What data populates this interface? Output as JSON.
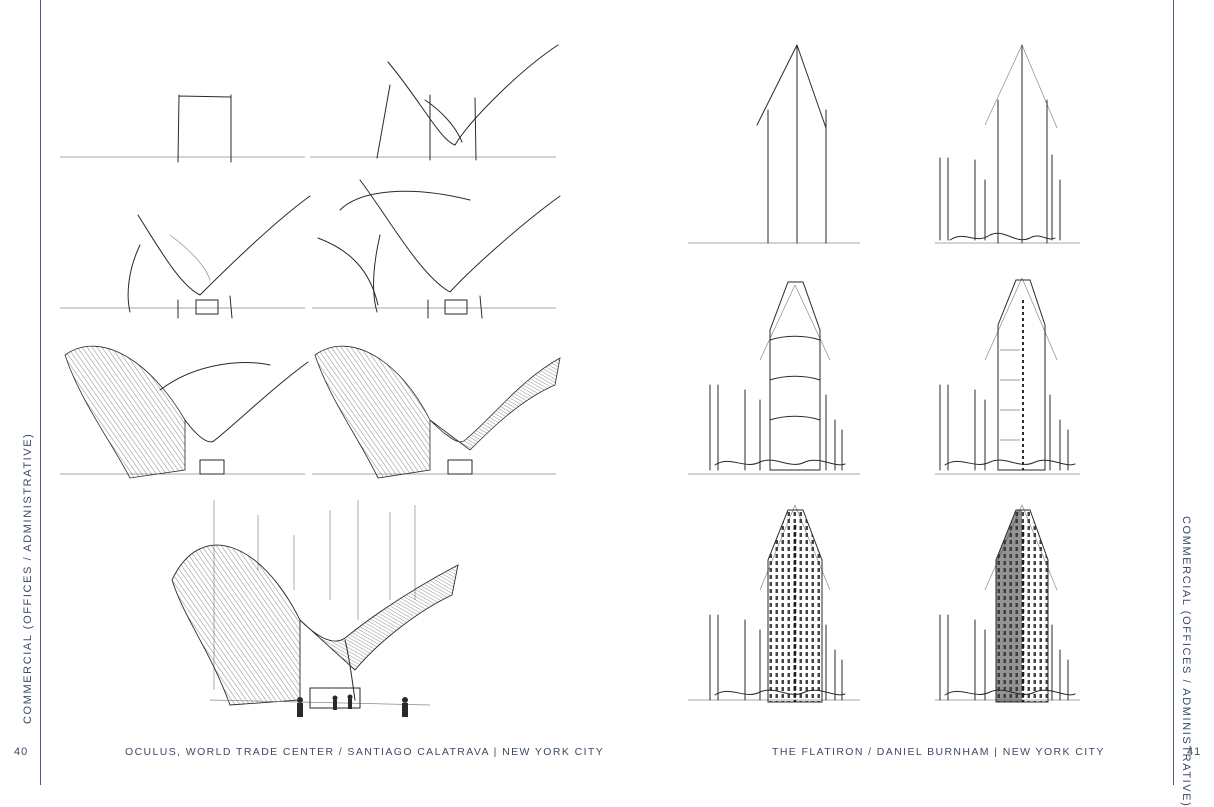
{
  "left_page": {
    "side_title": "COMMERCIAL (OFFICES / ADMINISTRATIVE)",
    "page_number": "40",
    "caption": "OCULUS, WORLD TRADE CENTER / SANTIAGO CALATRAVA | NEW YORK CITY"
  },
  "right_page": {
    "side_title": "COMMERCIAL (OFFICES / ADMINISTRATIVE)",
    "page_number": "41",
    "caption": "THE FLATIRON / DANIEL BURNHAM | NEW YORK CITY"
  },
  "colors": {
    "rule": "#4a5b7a",
    "text": "#3b4a66",
    "ink": "#2a2a2a"
  }
}
